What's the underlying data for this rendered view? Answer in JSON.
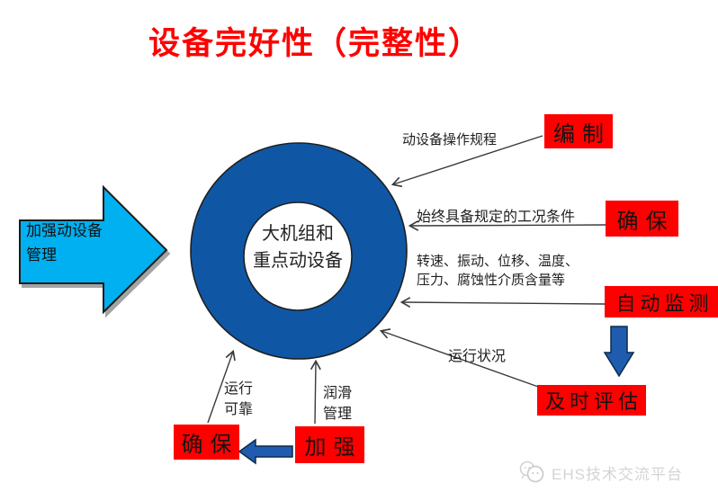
{
  "title": "设备完好性（完整性）",
  "left_arrow": {
    "label_line1": "加强动设备",
    "label_line2": "管理"
  },
  "hub": {
    "label_line1": "大机组和",
    "label_line2": "重点动设备"
  },
  "spokes": {
    "procedures": {
      "label": "动设备操作规程",
      "action": "编制"
    },
    "conditions": {
      "label": "始终具备规定的工况条件",
      "action": "确保"
    },
    "monitoring": {
      "label_line1": "转速、振动、位移、温度、",
      "label_line2": "压力、腐蚀性介质含量等",
      "action": "自动监测"
    },
    "status": {
      "label": "运行状况",
      "action": "及时评估"
    },
    "reliability": {
      "label_line1": "运行",
      "label_line2": "可靠",
      "action": "确保"
    },
    "lubrication": {
      "label_line1": "润滑",
      "label_line2": "管理",
      "action": "加强"
    }
  },
  "watermark": {
    "label": "EHS技术交流平台",
    "logo": "chat-faces-icon"
  },
  "colors": {
    "title_red": "#FF0000",
    "action_box_red": "#FF0000",
    "ring_blue": "#0F57A5",
    "big_arrow_cyan": "#00B0F0",
    "block_arrow_blue": "#1F5CB0",
    "connector_dark": "#3A3A3A",
    "watermark_gray": "#D4D4D4"
  }
}
